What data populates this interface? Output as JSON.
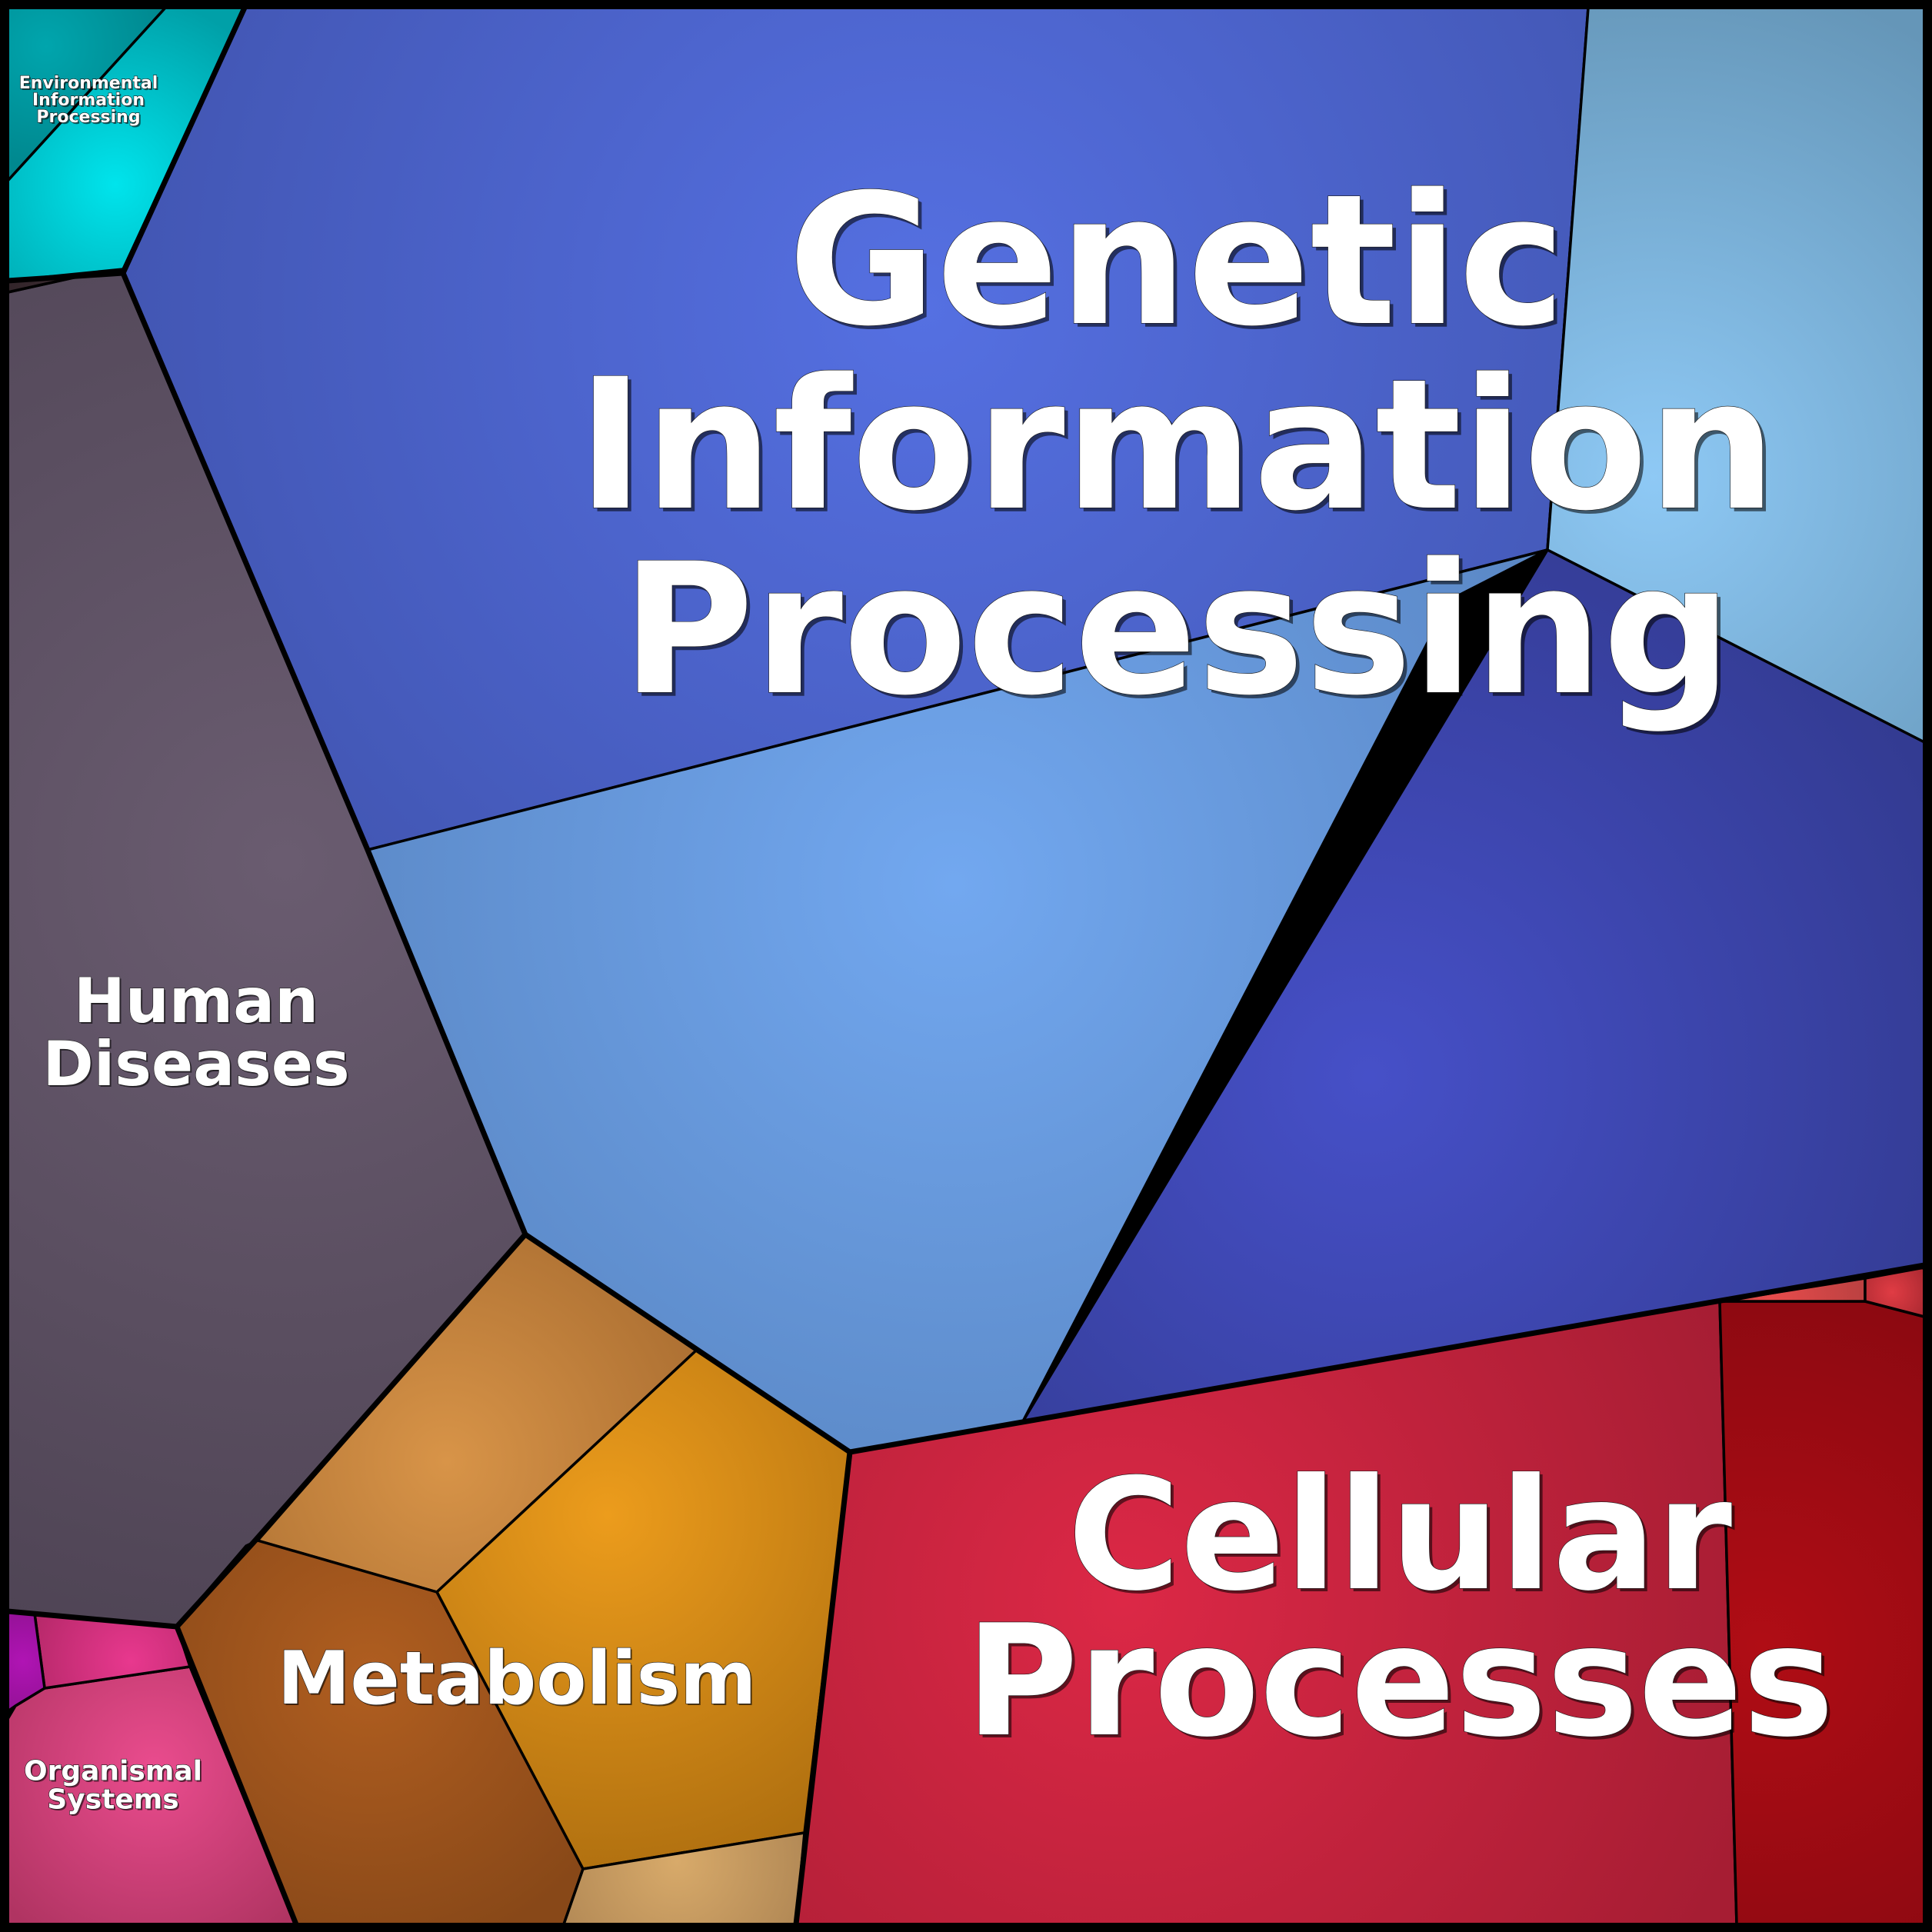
{
  "diagram": {
    "type": "voronoi-treemap",
    "categories": [
      {
        "id": "genetic-information-processing",
        "label_lines": [
          "Genetic",
          "Information",
          "Processing"
        ],
        "base_color": "#4a64d0",
        "subcells": [
          {
            "id": "gip-top",
            "color_center": "#5570e2",
            "color_edge": "#3d4fa6"
          },
          {
            "id": "gip-middle",
            "color_center": "#72a8f0",
            "color_edge": "#5580bb"
          },
          {
            "id": "gip-top-right",
            "color_center": "#8ec9f5",
            "color_edge": "#6596b8"
          },
          {
            "id": "gip-right",
            "color_center": "#4650c8",
            "color_edge": "#333b92"
          }
        ]
      },
      {
        "id": "cellular-processes",
        "label_lines": [
          "Cellular",
          "Processes"
        ],
        "base_color": "#c41e3a",
        "subcells": [
          {
            "id": "cp-main",
            "color_center": "#dc2846",
            "color_edge": "#a61d33"
          },
          {
            "id": "cp-right",
            "color_center": "#b00d15",
            "color_edge": "#850810"
          },
          {
            "id": "cp-sliver",
            "color_center": "#e84c4c",
            "color_edge": "#b84040"
          },
          {
            "id": "cp-corner",
            "color_center": "#e03c44",
            "color_edge": "#a82830"
          }
        ]
      },
      {
        "id": "human-diseases",
        "label_lines": [
          "Human",
          "Diseases"
        ],
        "base_color": "#574b5c",
        "subcells": [
          {
            "id": "hd-main",
            "color_center": "#6a5c70",
            "color_edge": "#4a4050"
          },
          {
            "id": "hd-sliver",
            "color_center": "#3a2a30",
            "color_edge": "#2e2226"
          }
        ]
      },
      {
        "id": "metabolism",
        "label_lines": [
          "Metabolism"
        ],
        "base_color": "#c07a1e",
        "subcells": [
          {
            "id": "met-upper",
            "color_center": "#d89448",
            "color_edge": "#a86c30"
          },
          {
            "id": "met-center",
            "color_center": "#ec9c1c",
            "color_edge": "#b07010"
          },
          {
            "id": "met-left",
            "color_center": "#b05e20",
            "color_edge": "#884818"
          },
          {
            "id": "met-bottom",
            "color_center": "#d8aa6a",
            "color_edge": "#a88050"
          }
        ]
      },
      {
        "id": "environmental-information-processing",
        "label_lines": [
          "Environmental",
          "Information",
          "Processing"
        ],
        "base_color": "#00b5bd",
        "subcells": [
          {
            "id": "eip-main",
            "color_center": "#00e4ec",
            "color_edge": "#00a0a8"
          },
          {
            "id": "eip-corner",
            "color_center": "#00a5ad",
            "color_edge": "#00888f"
          }
        ]
      },
      {
        "id": "organismal-systems",
        "label_lines": [
          "Organismal",
          "Systems"
        ],
        "base_color": "#d6407c",
        "subcells": [
          {
            "id": "os-main",
            "color_center": "#ea4c8e",
            "color_edge": "#b03462"
          },
          {
            "id": "os-upper",
            "color_center": "#e8388e",
            "color_edge": "#b42868"
          },
          {
            "id": "os-left",
            "color_center": "#b014b4",
            "color_edge": "#8a108c"
          }
        ]
      }
    ]
  }
}
